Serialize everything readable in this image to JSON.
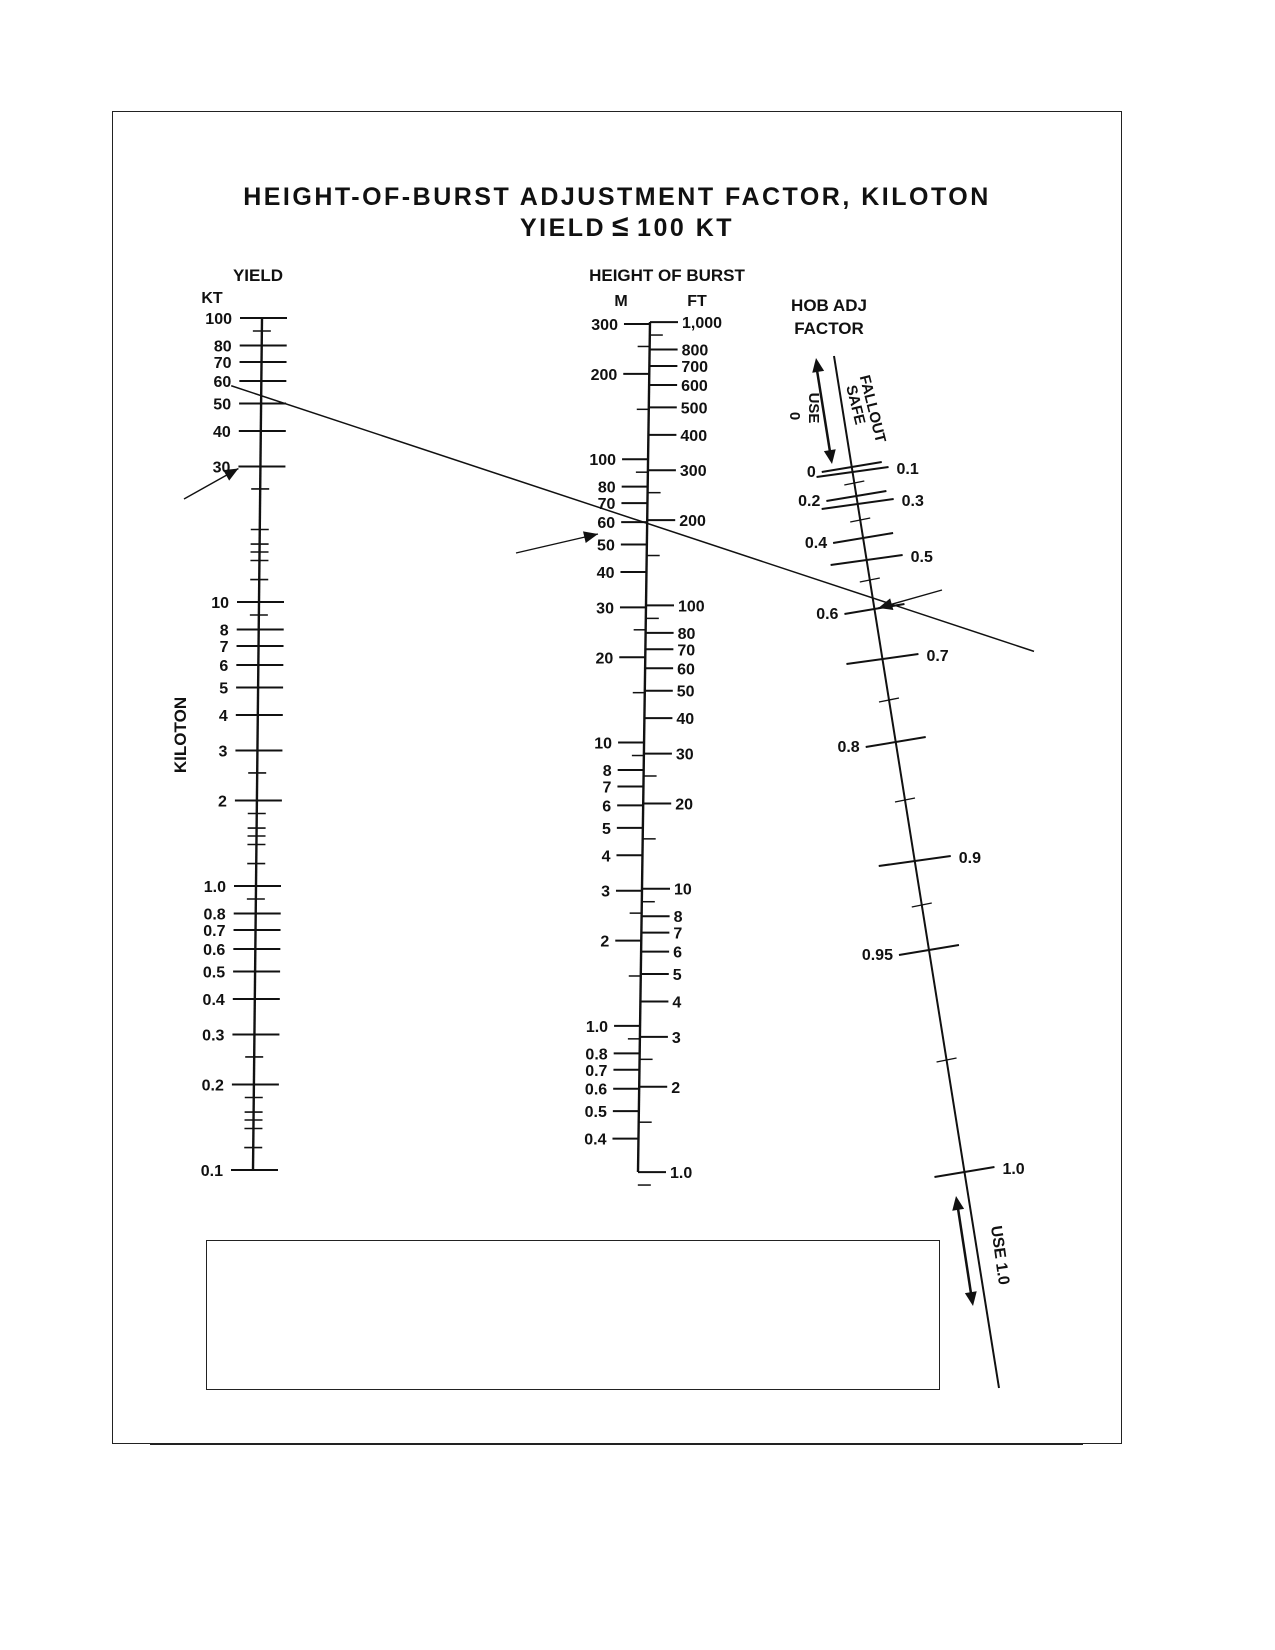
{
  "title": {
    "line1": "HEIGHT-OF-BURST ADJUSTMENT FACTOR, KILOTON",
    "line2_prefix": "YIELD",
    "line2_symbol": "≤",
    "line2_suffix": "100 KT"
  },
  "yield_scale": {
    "header": "YIELD",
    "unit": "KT",
    "side_label": "KILOTON",
    "min": 0.1,
    "max": 100,
    "scale": "log",
    "labels": [
      "100",
      "80",
      "70",
      "60",
      "50",
      "40",
      "30",
      "10",
      "8",
      "7",
      "6",
      "5",
      "4",
      "3",
      "2",
      "1.0",
      "0.8",
      "0.7",
      "0.6",
      "0.5",
      "0.4",
      "0.3",
      "0.2",
      "0.1"
    ]
  },
  "hob_scale": {
    "header": "HEIGHT OF BURST",
    "meters_unit": "M",
    "feet_unit": "FT",
    "scale": "log",
    "m_min": 0.305,
    "m_max": 305,
    "meter_labels": [
      "300",
      "200",
      "100",
      "80",
      "70",
      "60",
      "50",
      "40",
      "30",
      "20",
      "10",
      "8",
      "7",
      "6",
      "5",
      "4",
      "3",
      "2",
      "1.0",
      "0.8",
      "0.7",
      "0.6",
      "0.5",
      "0.4"
    ],
    "feet_labels": [
      "1,000",
      "800",
      "700",
      "600",
      "500",
      "400",
      "300",
      "200",
      "100",
      "80",
      "70",
      "60",
      "50",
      "40",
      "30",
      "20",
      "10",
      "8",
      "7",
      "6",
      "5",
      "4",
      "3",
      "2",
      "1.0"
    ]
  },
  "factor_scale": {
    "header_line1": "HOB ADJ",
    "header_line2": "FACTOR",
    "fallout_label_line1": "FALLOUT",
    "fallout_label_line2": "SAFE",
    "use_zero_line1": "USE",
    "use_zero_line2": "0",
    "use_one_label": "USE 1.0",
    "left_labels": [
      "0",
      "0.2",
      "0.4",
      "0.6",
      "0.8",
      "0.95"
    ],
    "right_labels": [
      "0.1",
      "0.3",
      "0.5",
      "0.7",
      "0.9",
      "1.0"
    ]
  },
  "example": {
    "yield_kt": 55,
    "hob_m": 58,
    "factor": 0.65
  },
  "colors": {
    "ink": "#111111",
    "paper": "#ffffff"
  }
}
